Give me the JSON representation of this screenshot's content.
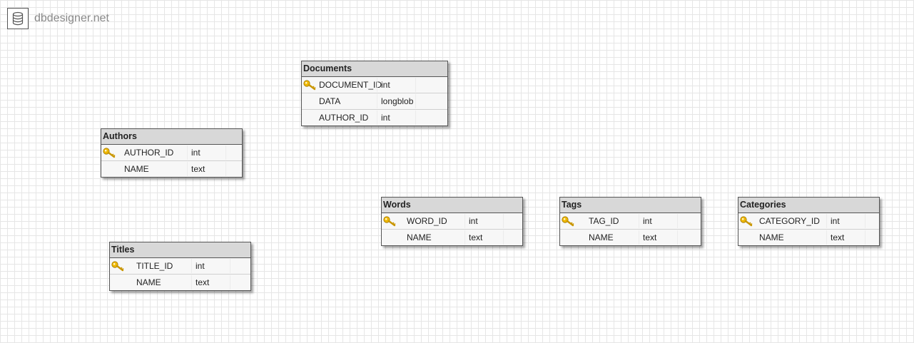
{
  "brand": {
    "name": "dbdesigner.net",
    "icon": "database-icon"
  },
  "colors": {
    "header_bg": "#d8d8d8",
    "body_bg": "#f7f7f7",
    "border": "#555555",
    "key": "#f0b800",
    "grid": "#e6e6e6"
  },
  "tables": {
    "documents": {
      "name": "Documents",
      "columns": [
        {
          "name": "DOCUMENT_ID",
          "type": "int",
          "primary_key": true
        },
        {
          "name": "DATA",
          "type": "longblob",
          "primary_key": false
        },
        {
          "name": "AUTHOR_ID",
          "type": "int",
          "primary_key": false
        }
      ]
    },
    "authors": {
      "name": "Authors",
      "columns": [
        {
          "name": "AUTHOR_ID",
          "type": "int",
          "primary_key": true
        },
        {
          "name": "NAME",
          "type": "text",
          "primary_key": false
        }
      ]
    },
    "titles": {
      "name": "Titles",
      "columns": [
        {
          "name": "TITLE_ID",
          "type": "int",
          "primary_key": true
        },
        {
          "name": "NAME",
          "type": "text",
          "primary_key": false
        }
      ]
    },
    "words": {
      "name": "Words",
      "columns": [
        {
          "name": "WORD_ID",
          "type": "int",
          "primary_key": true
        },
        {
          "name": "NAME",
          "type": "text",
          "primary_key": false
        }
      ]
    },
    "tags": {
      "name": "Tags",
      "columns": [
        {
          "name": "TAG_ID",
          "type": "int",
          "primary_key": true
        },
        {
          "name": "NAME",
          "type": "text",
          "primary_key": false
        }
      ]
    },
    "categories": {
      "name": "Categories",
      "columns": [
        {
          "name": "CATEGORY_ID",
          "type": "int",
          "primary_key": true
        },
        {
          "name": "NAME",
          "type": "text",
          "primary_key": false
        }
      ]
    }
  }
}
